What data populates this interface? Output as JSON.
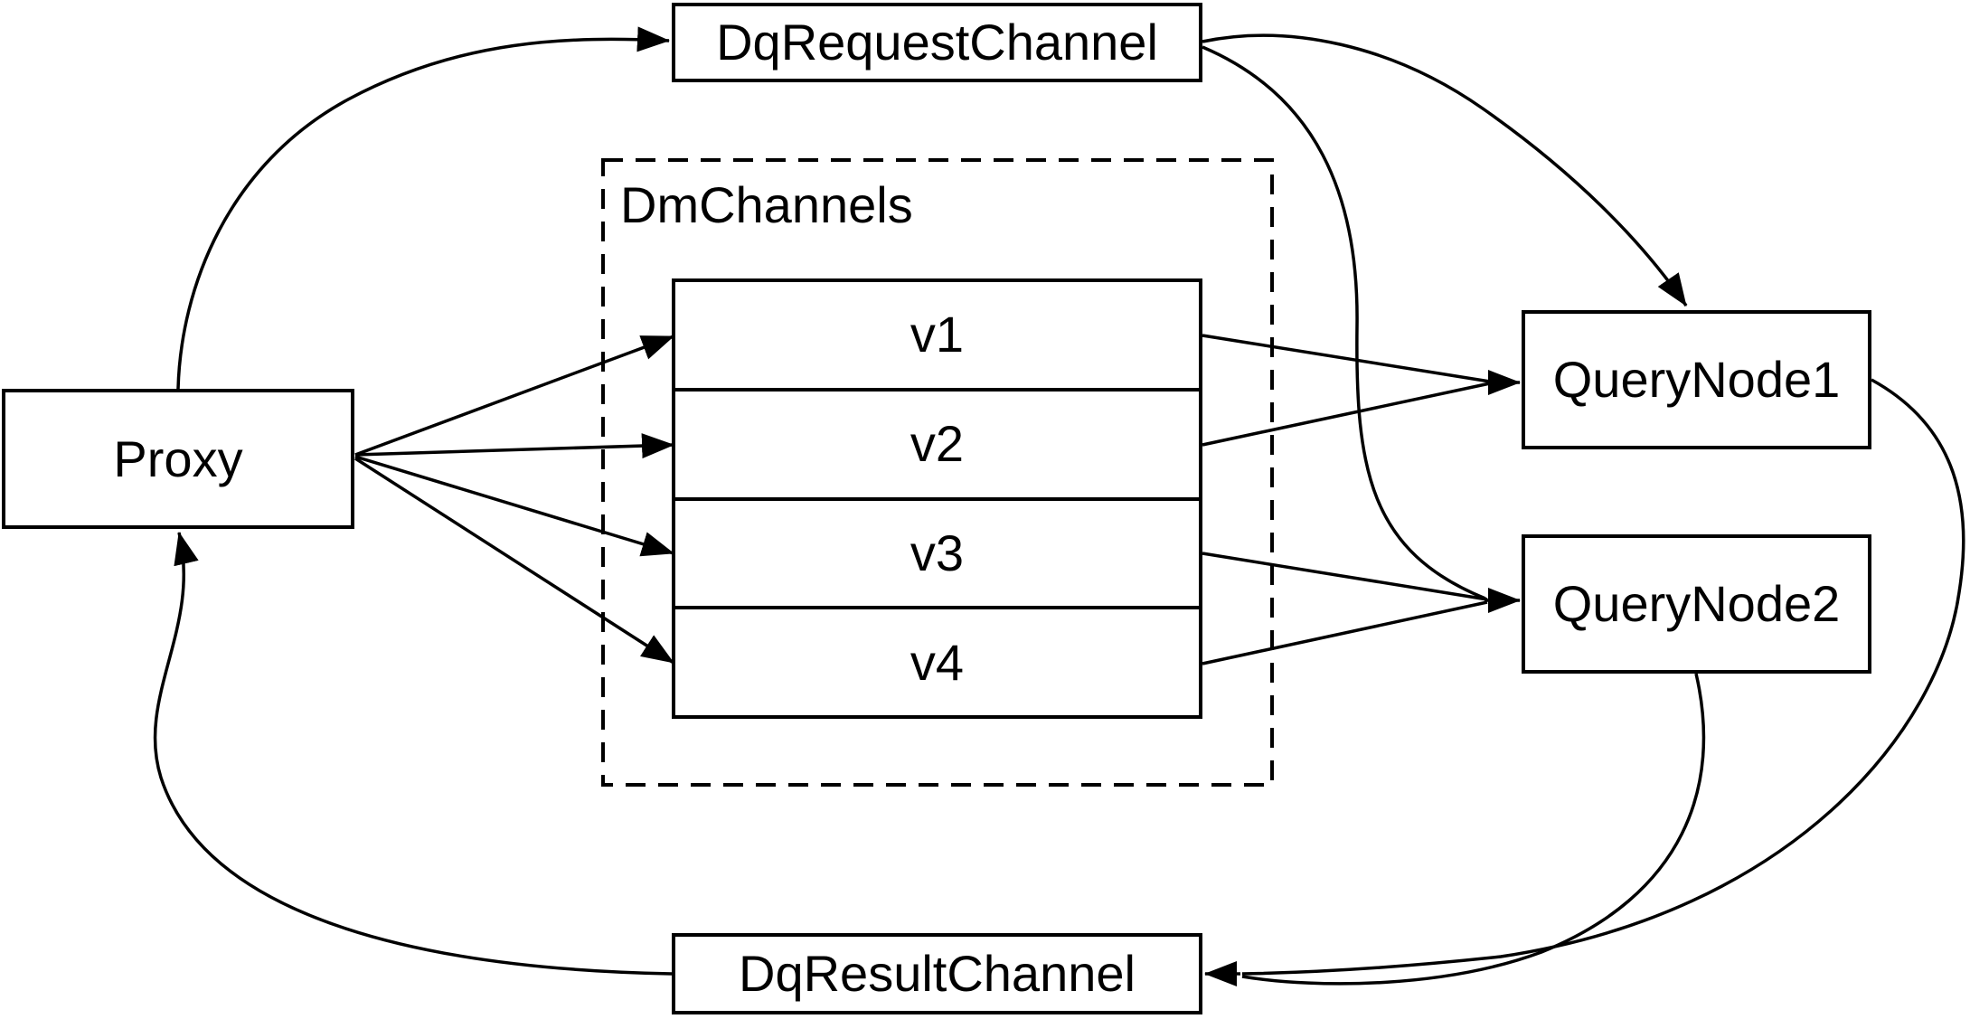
{
  "diagram": {
    "background": "#ffffff",
    "stroke_color": "#000000",
    "nodes": {
      "proxy": {
        "label": "Proxy"
      },
      "dq_request_channel": {
        "label": "DqRequestChannel"
      },
      "dm_channels": {
        "label": "DmChannels",
        "channels": [
          {
            "label": "v1"
          },
          {
            "label": "v2"
          },
          {
            "label": "v3"
          },
          {
            "label": "v4"
          }
        ]
      },
      "query_node_1": {
        "label": "QueryNode1"
      },
      "query_node_2": {
        "label": "QueryNode2"
      },
      "dq_result_channel": {
        "label": "DqResultChannel"
      }
    },
    "edges": [
      {
        "from": "proxy",
        "to": "dq_request_channel"
      },
      {
        "from": "dq_request_channel",
        "to": "query_node_1"
      },
      {
        "from": "dq_request_channel",
        "to": "query_node_2"
      },
      {
        "from": "proxy",
        "to": "v1"
      },
      {
        "from": "proxy",
        "to": "v2"
      },
      {
        "from": "proxy",
        "to": "v3"
      },
      {
        "from": "proxy",
        "to": "v4"
      },
      {
        "from": "v1",
        "to": "query_node_1"
      },
      {
        "from": "v2",
        "to": "query_node_1"
      },
      {
        "from": "v3",
        "to": "query_node_2"
      },
      {
        "from": "v4",
        "to": "query_node_2"
      },
      {
        "from": "query_node_1",
        "to": "dq_result_channel"
      },
      {
        "from": "query_node_2",
        "to": "dq_result_channel"
      },
      {
        "from": "dq_result_channel",
        "to": "proxy"
      }
    ]
  }
}
